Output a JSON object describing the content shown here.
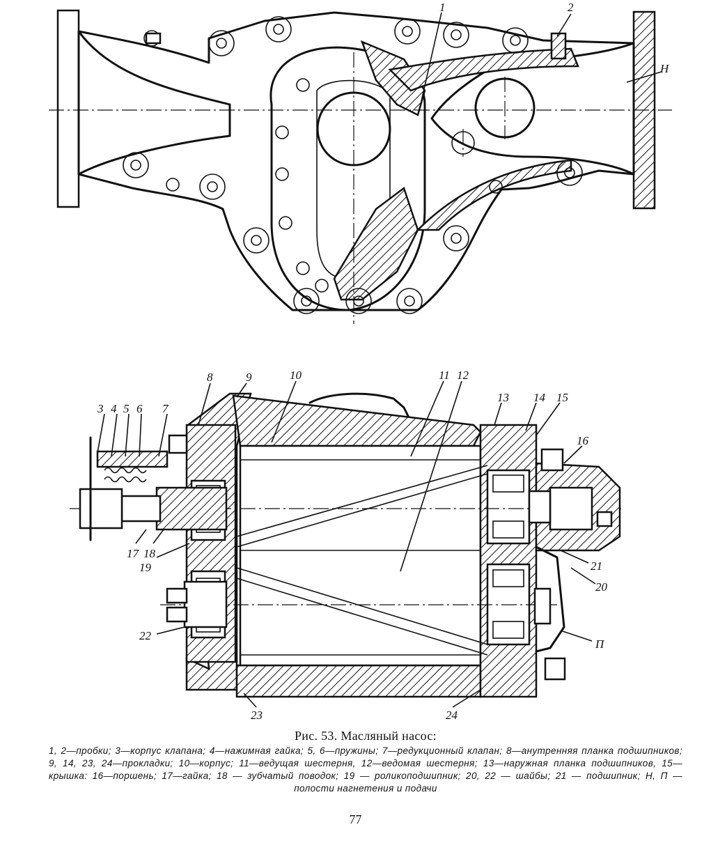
{
  "figure": {
    "top_view_labels": {
      "l1": "1",
      "l2": "2",
      "lH": "Н"
    },
    "section_labels": {
      "l3": "3",
      "l4": "4",
      "l5": "5",
      "l6": "6",
      "l7": "7",
      "l8": "8",
      "l9": "9",
      "l10": "10",
      "l11": "11",
      "l12": "12",
      "l13": "13",
      "l14": "14",
      "l15": "15",
      "l16": "16",
      "l17": "17",
      "l18": "18",
      "l19": "19",
      "l20": "20",
      "l21": "21",
      "l22": "22",
      "l23": "23",
      "l24": "24",
      "lP": "П"
    }
  },
  "caption": {
    "title": "Рис. 53. Масляный насос:",
    "text": "1, 2—пробки; 3—корпус клапана; 4—нажимная гайка; 5, 6—пружины; 7—редукционный клапан; 8—анутренняя планка подшипников; 9, 14, 23, 24—прокладки; 10—корпус; 11—ведущая шестерня, 12—ведомая шестерня; 13—наружная планка подшипников, 15—крышка: 16—поршень; 17—гайка; 18 — зубчатый поводок; 19 — роликоподшипник; 20, 22 — шайбы; 21 — подшипник; Н, П — полости нагнетения и подачи"
  },
  "page_number": "77"
}
